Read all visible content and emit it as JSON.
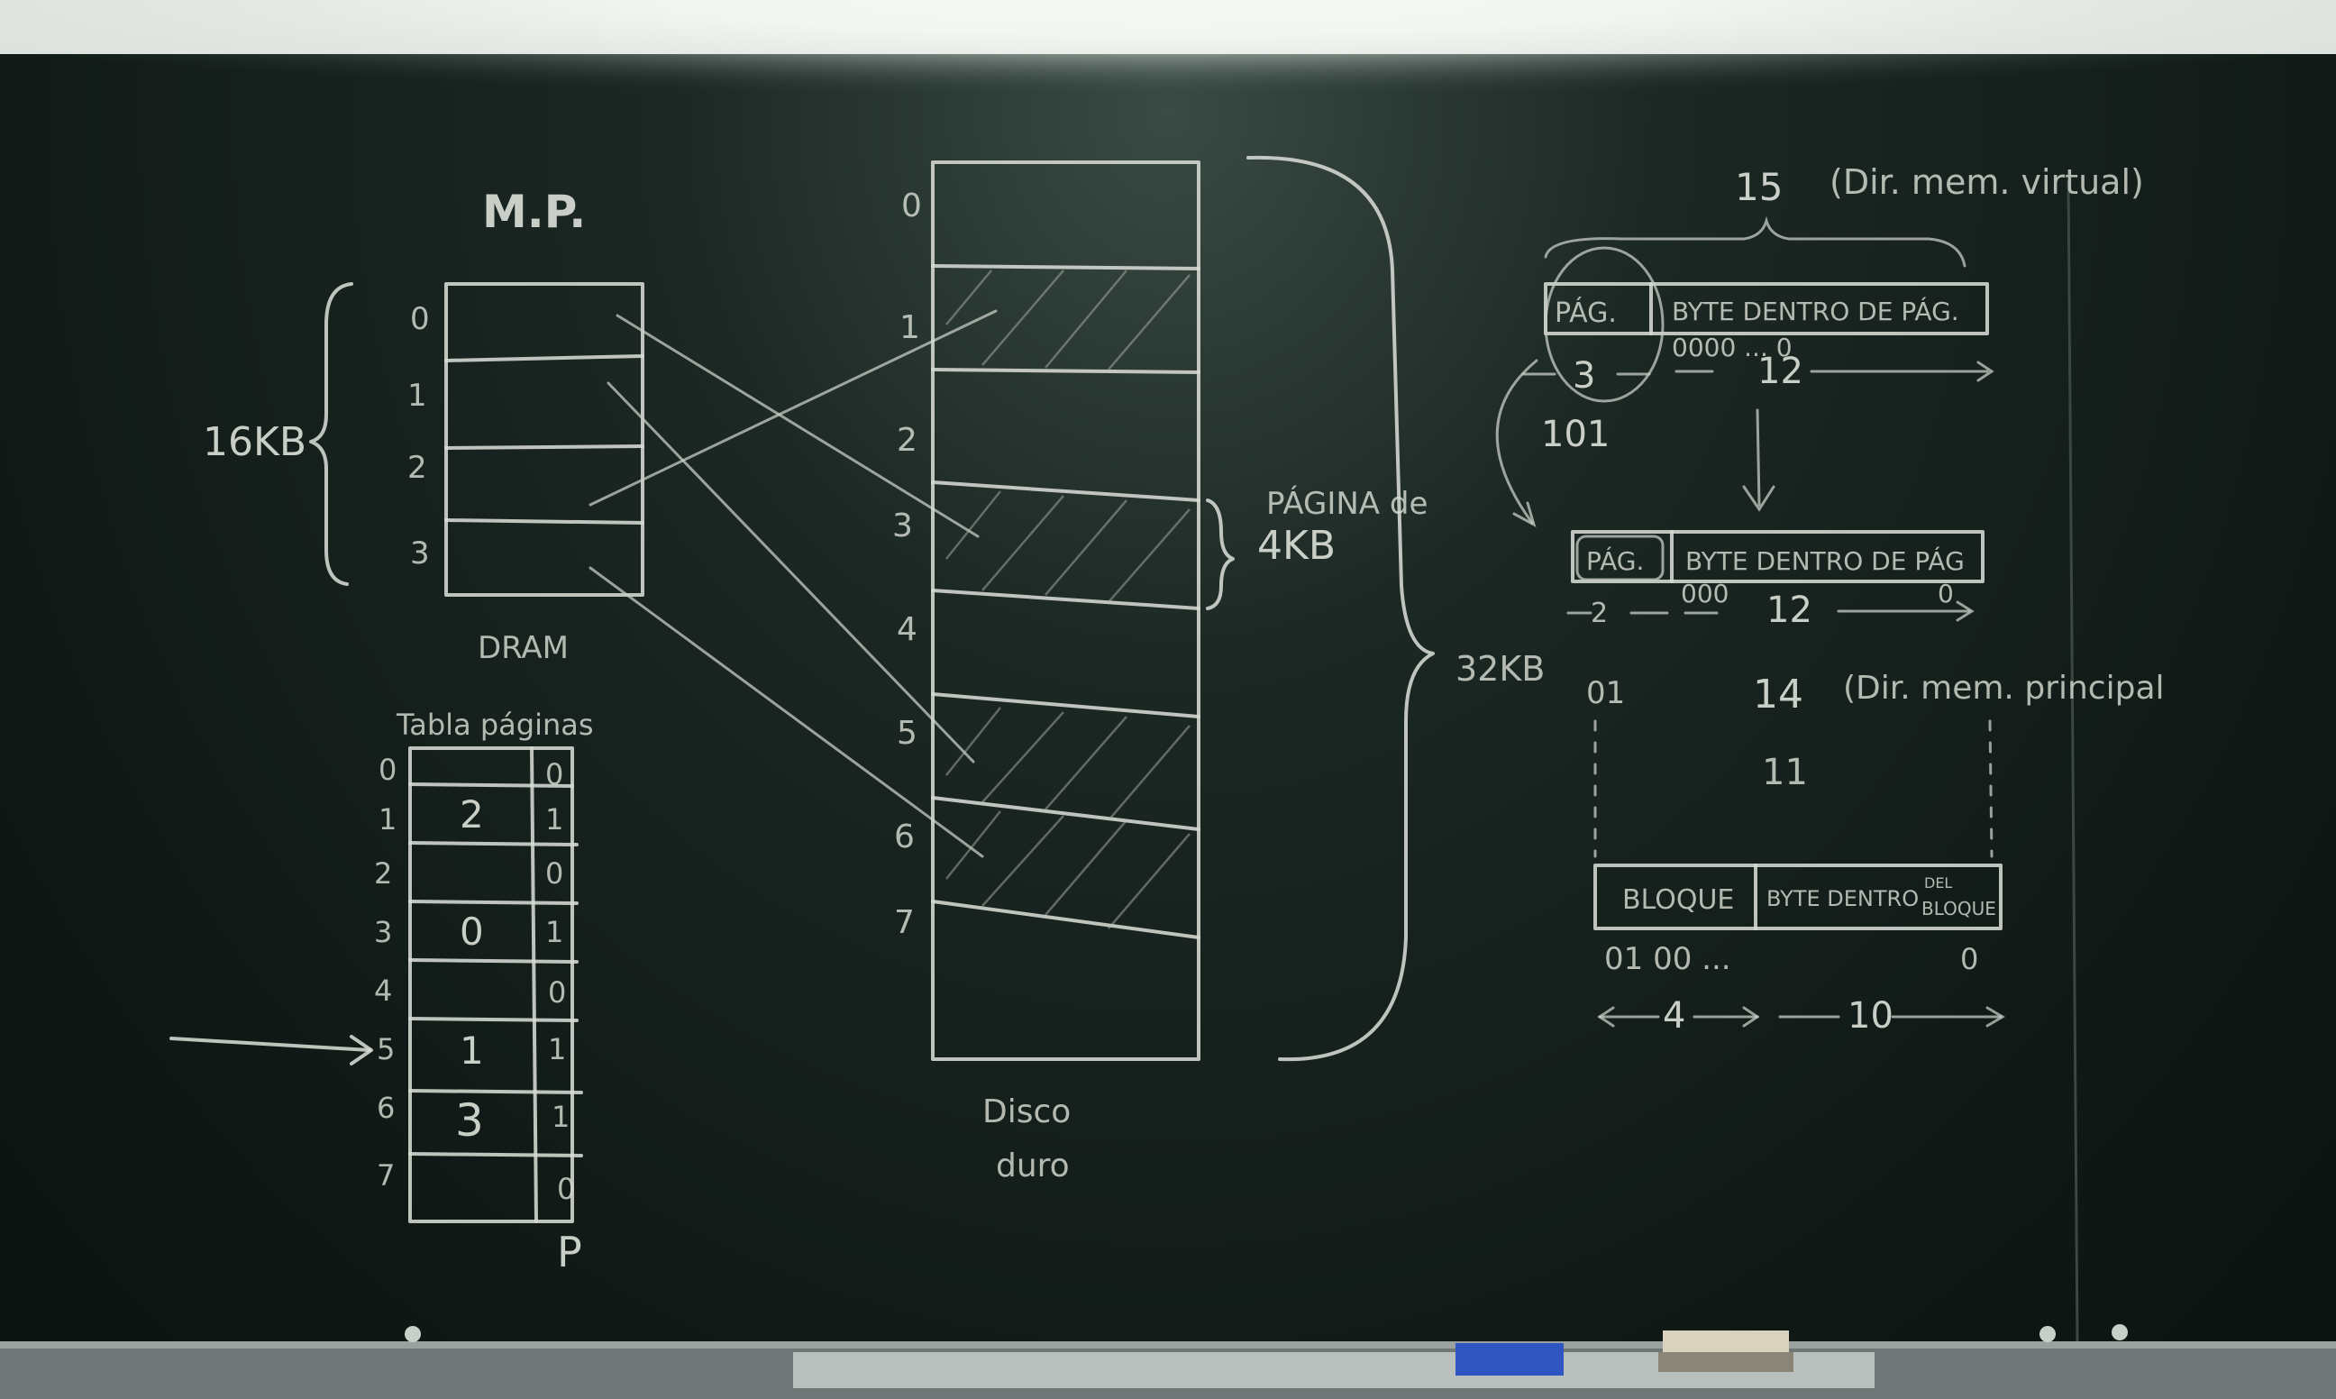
{
  "main_memory": {
    "title": "M.P.",
    "size": "16KB",
    "tech": "DRAM",
    "frames": [
      "0",
      "1",
      "2",
      "3"
    ]
  },
  "page_table": {
    "title": "Tabla páginas",
    "rows": [
      {
        "index": "0",
        "frame": "",
        "present": "0"
      },
      {
        "index": "1",
        "frame": "2",
        "present": "1"
      },
      {
        "index": "2",
        "frame": "",
        "present": "0"
      },
      {
        "index": "3",
        "frame": "0",
        "present": "1"
      },
      {
        "index": "4",
        "frame": "",
        "present": "0"
      },
      {
        "index": "5",
        "frame": "1",
        "present": "1"
      },
      {
        "index": "6",
        "frame": "3",
        "present": "1"
      },
      {
        "index": "7",
        "frame": "",
        "present": "0"
      }
    ],
    "present_col_label": "P"
  },
  "disk": {
    "label_line1": "Disco",
    "label_line2": "duro",
    "pages": [
      "0",
      "1",
      "2",
      "3",
      "4",
      "5",
      "6",
      "7"
    ],
    "page_size": {
      "line1": "PÁGINA de",
      "line2": "4KB"
    },
    "total_size": "32KB"
  },
  "virtual_address": {
    "bits": "15",
    "description": "(Dir. mem. virtual)",
    "page_field": "PÁG.",
    "offset_field": "BYTE DENTRO DE PÁG.",
    "bits_value": "0000 ... 0",
    "page_bits": "3",
    "offset_bits": "12",
    "page_value": "101"
  },
  "physical_address": {
    "page_field": "PÁG.",
    "offset_field": "BYTE DENTRO DE PÁG",
    "page_bits": "2",
    "offset_bits": "12",
    "bits_value": "000",
    "bits_tail": "0",
    "page_value": "01",
    "total_bits": "14",
    "description": "(Dir. mem. principal",
    "marker": "11"
  },
  "block_address": {
    "block_field": "BLOQUE",
    "offset_field_line1": "BYTE DENTRO",
    "offset_field_small": "DEL",
    "offset_field_line2": "BLOQUE",
    "value": "01 00 ...",
    "value_tail": "0",
    "block_bits": "4",
    "offset_bits": "10"
  }
}
